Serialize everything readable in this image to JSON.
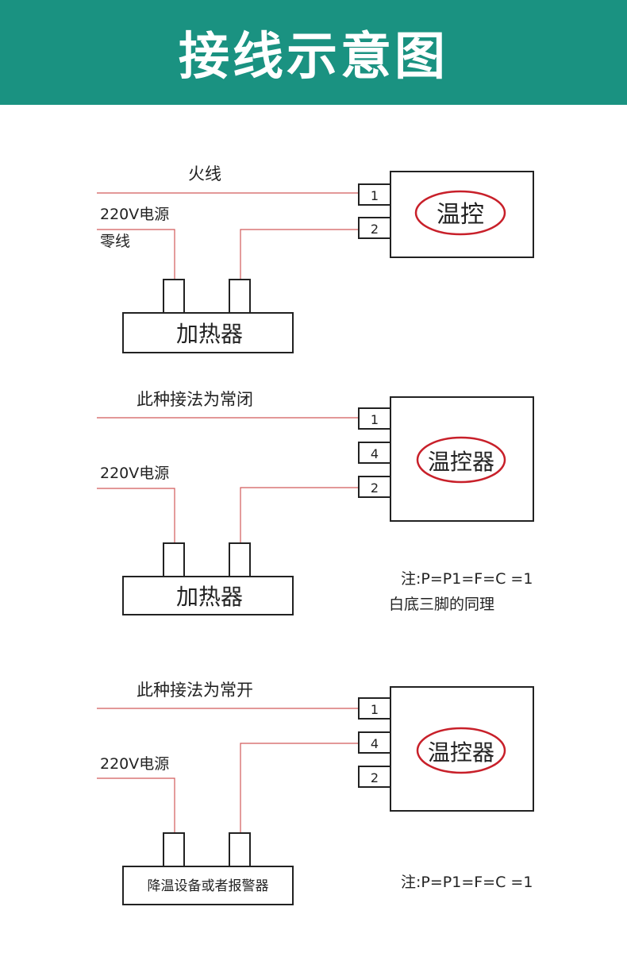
{
  "header": {
    "title": "接线示意图",
    "background": "#1a9281"
  },
  "colors": {
    "wire": "#d25a5a",
    "ellipse": "#c8202a",
    "outline": "#222222"
  },
  "diagrams": [
    {
      "wire_top_label": "火线",
      "power_label": "220V电源",
      "neutral_label": "零线",
      "terminals": [
        "1",
        "2"
      ],
      "controller_label": "温控",
      "load_label": "加热器"
    },
    {
      "wire_top_label": "此种接法为常闭",
      "power_label": "220V电源",
      "terminals": [
        "1",
        "4",
        "2"
      ],
      "controller_label": "温控器",
      "load_label": "加热器",
      "note_line1": "注:P=P1=F=C =1",
      "note_line2": "白底三脚的同理"
    },
    {
      "wire_top_label": "此种接法为常开",
      "power_label": "220V电源",
      "terminals": [
        "1",
        "4",
        "2"
      ],
      "controller_label": "温控器",
      "load_label": "降温设备或者报警器",
      "note_line1": "注:P=P1=F=C =1"
    }
  ]
}
